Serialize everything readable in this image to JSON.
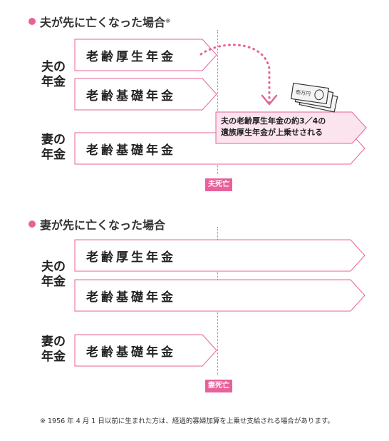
{
  "section1": {
    "title": "夫が先に亡くなった場合",
    "title_mark": "※",
    "husband_label_line1": "夫の",
    "husband_label_line2": "年金",
    "wife_label_line1": "妻の",
    "wife_label_line2": "年金",
    "husband_bar1": "老齢厚生年金",
    "husband_bar2": "老齢基礎年金",
    "wife_bar1": "老齢基礎年金",
    "callout_line1": "夫の老齢厚生年金の約3／4の",
    "callout_line2": "遺族厚生年金が上乗せされる",
    "death_badge": "夫死亡",
    "bill_text": "壱万円"
  },
  "section2": {
    "title": "妻が先に亡くなった場合",
    "husband_label_line1": "夫の",
    "husband_label_line2": "年金",
    "wife_label_line1": "妻の",
    "wife_label_line2": "年金",
    "husband_bar1": "老齢厚生年金",
    "husband_bar2": "老齢基礎年金",
    "wife_bar1": "老齢基礎年金",
    "death_badge": "妻死亡"
  },
  "footnote": "※ 1956 年 4 月 1 日以前に生まれた方は、経過的寡婦加算を上乗せ支給される場合があります。",
  "colors": {
    "accent": "#e8619a",
    "callout_fill": "#fce4ef",
    "bar_stroke": "#e8619a"
  }
}
